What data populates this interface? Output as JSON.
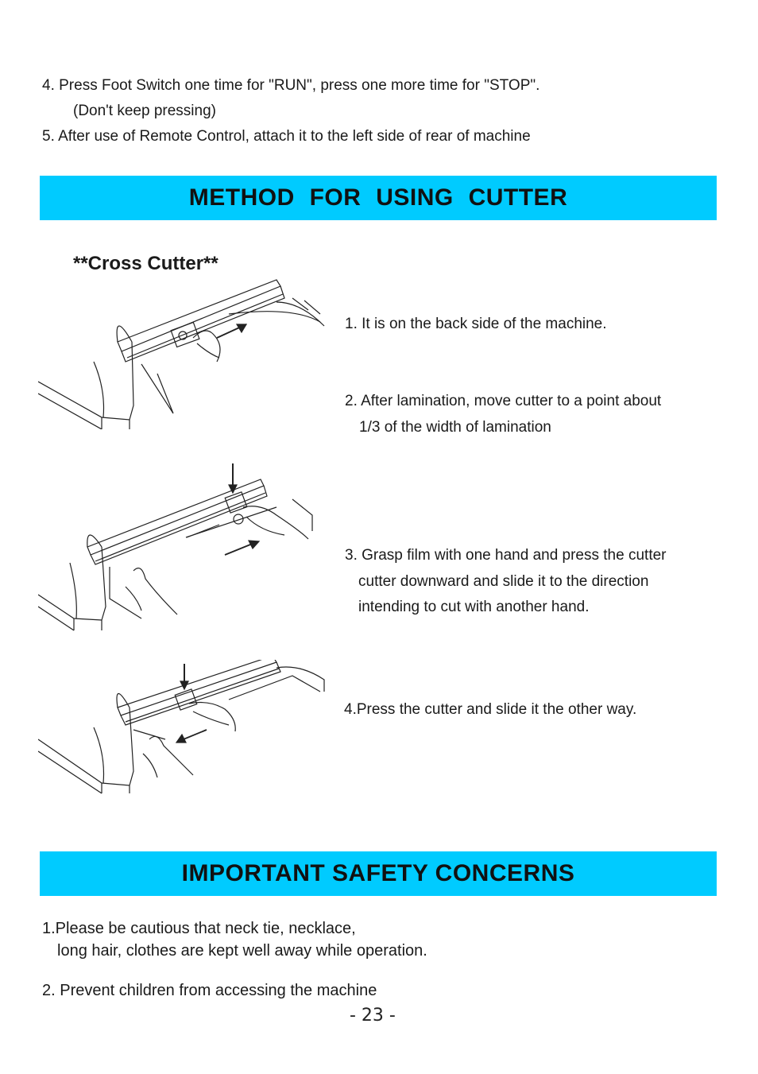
{
  "intro_steps": [
    "4. Press Foot Switch one time for \"RUN\", press one more time for \"STOP\".",
    "(Don't keep pressing)",
    "5. After use of Remote Control, attach it to the left side of rear of machine"
  ],
  "cutter_section": {
    "title": "METHOD  FOR  USING  CUTTER",
    "subtitle": "**Cross Cutter**",
    "steps": [
      "1. It is on the back side of the machine.",
      "2. After lamination, move cutter to a point about",
      "1/3 of the width of lamination",
      "3. Grasp film with one hand and press the cutter",
      "cutter downward and slide it to the direction",
      "intending to cut with another hand.",
      "4.Press the cutter and slide it the other way."
    ]
  },
  "safety_section": {
    "title": "IMPORTANT SAFETY CONCERNS",
    "items": [
      "1.Please be cautious that neck tie, necklace,",
      "long hair, clothes are kept well away while operation.",
      "2. Prevent children from accessing the machine"
    ]
  },
  "page_number": "- 23 -",
  "colors": {
    "section_band": "#00cbff",
    "text": "#1a1a1a"
  }
}
